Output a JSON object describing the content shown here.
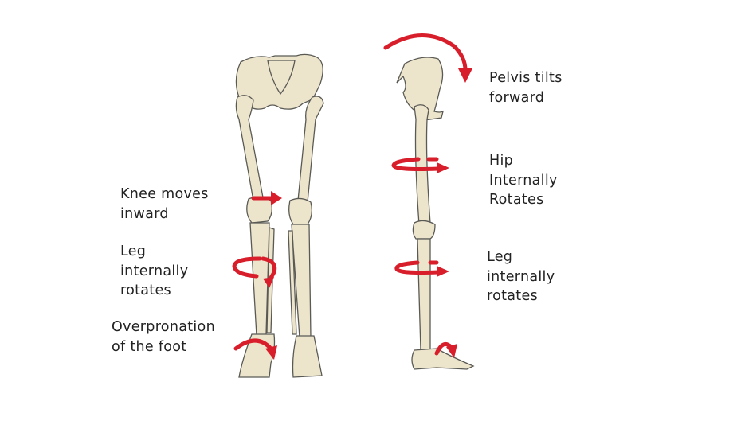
{
  "colors": {
    "arrow": "#d81e2a",
    "bone": "#ede4cc",
    "text": "#222222"
  },
  "front_view": {
    "labels": [
      {
        "lines": [
          "Knee moves",
          "inward"
        ]
      },
      {
        "lines": [
          "Leg",
          "internally",
          "rotates"
        ]
      },
      {
        "lines": [
          "Overpronation",
          "of the foot"
        ]
      }
    ]
  },
  "side_view": {
    "labels": [
      {
        "lines": [
          "Pelvis tilts",
          "forward"
        ]
      },
      {
        "lines": [
          "Hip",
          "Internally",
          "Rotates"
        ]
      },
      {
        "lines": [
          "Leg",
          "internally",
          "rotates"
        ]
      }
    ]
  }
}
